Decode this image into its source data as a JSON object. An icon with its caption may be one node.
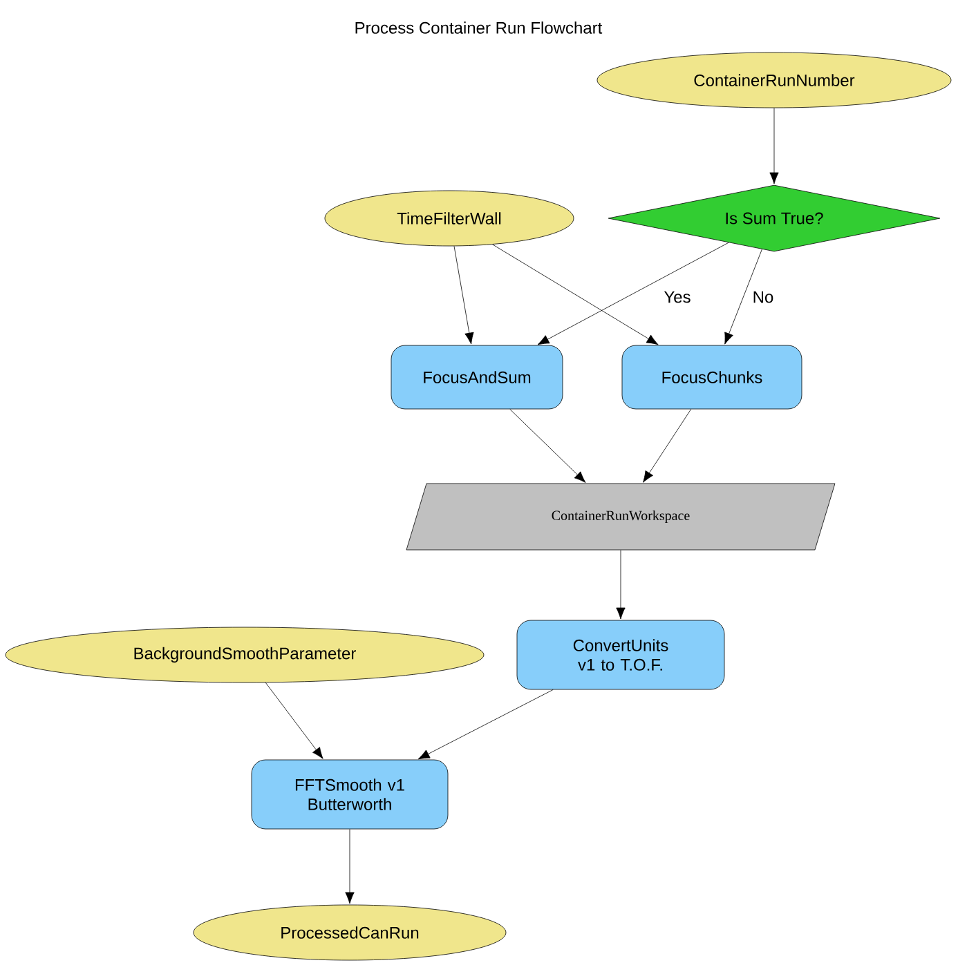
{
  "diagram": {
    "title": "Process Container Run Flowchart",
    "nodes": [
      {
        "text": [
          "ContainerRunNumber"
        ]
      },
      {
        "text": [
          "TimeFilterWall"
        ]
      },
      {
        "text": [
          "Is Sum True?"
        ]
      },
      {
        "text": [
          "FocusAndSum"
        ]
      },
      {
        "text": [
          "FocusChunks"
        ]
      },
      {
        "text": [
          "ContainerRunWorkspace"
        ]
      },
      {
        "text": [
          "BackgroundSmoothParameter"
        ]
      },
      {
        "text": [
          "ConvertUnits v1 to T.O.F."
        ]
      },
      {
        "text": [
          "FFTSmooth v1 Butterworth"
        ]
      },
      {
        "text": [
          "ProcessedCanRun"
        ]
      }
    ],
    "edges": [
      {
        "from": 0,
        "to": 2,
        "arrow": "to"
      },
      {
        "from": 1,
        "to": 3,
        "arrow": "to"
      },
      {
        "from": 1,
        "to": 4,
        "arrow": "to"
      },
      {
        "from": 2,
        "to": 3,
        "arrow": "to",
        "label": "Yes"
      },
      {
        "from": 2,
        "to": 4,
        "arrow": "to",
        "label": "No"
      },
      {
        "from": 3,
        "to": 5,
        "arrow": "to"
      },
      {
        "from": 4,
        "to": 5,
        "arrow": "to"
      },
      {
        "from": 5,
        "to": 7,
        "arrow": "to"
      },
      {
        "from": 6,
        "to": 8,
        "arrow": "to"
      },
      {
        "from": 7,
        "to": 8,
        "arrow": "to"
      },
      {
        "from": 8,
        "to": 9,
        "arrow": "to"
      }
    ]
  }
}
